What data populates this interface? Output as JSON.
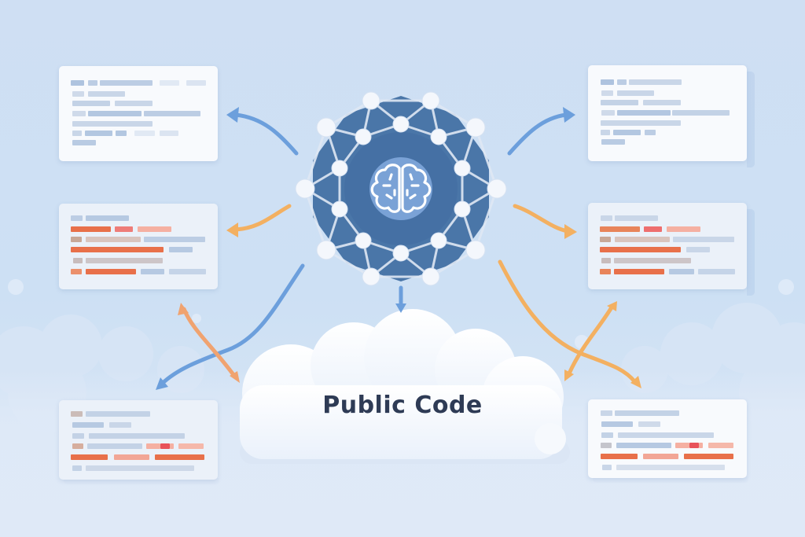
{
  "cloud": {
    "label": "Public Code"
  },
  "center": {
    "icon": "brain-icon",
    "shape": "network-decagon"
  },
  "colors": {
    "background": "#cfdff3",
    "network_fill": "#4a76a8",
    "network_node": "#f4f7fc",
    "brain_bg": "#7aa2d6",
    "arrow_blue": "#6c9fdc",
    "arrow_orange": "#f3b061",
    "text_dark": "#2e3b55",
    "bar_blue": "#b6c9e2",
    "bar_orange": "#e8704a",
    "bar_pink": "#f2a696",
    "bar_red": "#e8525a",
    "bar_tan": "#c8b2a8"
  },
  "panels": [
    {
      "id": "top-left",
      "kind": "code-snippet",
      "tone": "blue"
    },
    {
      "id": "mid-left",
      "kind": "code-snippet",
      "tone": "orange-highlighted"
    },
    {
      "id": "bottom-left",
      "kind": "code-snippet",
      "tone": "mixed"
    },
    {
      "id": "top-right",
      "kind": "code-snippet",
      "tone": "blue"
    },
    {
      "id": "mid-right",
      "kind": "code-snippet",
      "tone": "orange-highlighted"
    },
    {
      "id": "bottom-right",
      "kind": "code-snippet",
      "tone": "mixed"
    }
  ],
  "arrows": [
    {
      "from": "center",
      "to": "top-left",
      "color": "blue"
    },
    {
      "from": "center",
      "to": "mid-left",
      "color": "orange"
    },
    {
      "from": "center",
      "to": "top-right",
      "color": "blue"
    },
    {
      "from": "center",
      "to": "mid-right",
      "color": "orange"
    },
    {
      "from": "center",
      "to": "cloud",
      "color": "blue"
    },
    {
      "from": "center",
      "to": "bottom-left",
      "color": "blue"
    },
    {
      "from": "mid-left",
      "to": "cloud",
      "color": "orange",
      "bidirectional": true
    },
    {
      "from": "center",
      "to": "bottom-right",
      "color": "orange"
    },
    {
      "from": "mid-right",
      "to": "cloud",
      "color": "orange",
      "bidirectional": true
    }
  ]
}
